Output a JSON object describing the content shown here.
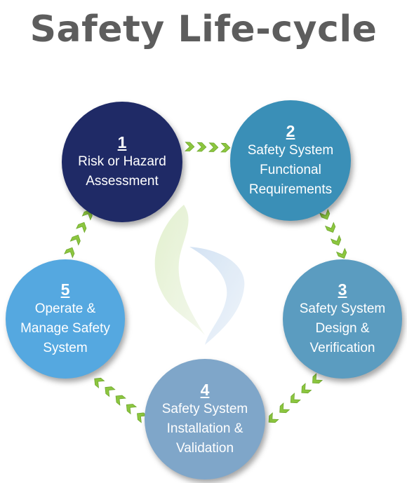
{
  "title": "Safety Life-cycle",
  "steps": [
    {
      "number": "1",
      "label_lines": [
        "Risk or Hazard",
        "Assessment"
      ],
      "color": "#1f2a66"
    },
    {
      "number": "2",
      "label_lines": [
        "Safety System",
        "Functional",
        "Requirements"
      ],
      "color": "#3a8fb7"
    },
    {
      "number": "3",
      "label_lines": [
        "Safety System",
        "Design &",
        "Verification"
      ],
      "color": "#5b9cc0"
    },
    {
      "number": "4",
      "label_lines": [
        "Safety System",
        "Installation &",
        "Validation"
      ],
      "color": "#7fa6c9"
    },
    {
      "number": "5",
      "label_lines": [
        "Operate &",
        "Manage Safety",
        "System"
      ],
      "color": "#55a8e0"
    }
  ],
  "arrow_color": "#8cc63f",
  "center_logo": "flame-logo-watermark"
}
